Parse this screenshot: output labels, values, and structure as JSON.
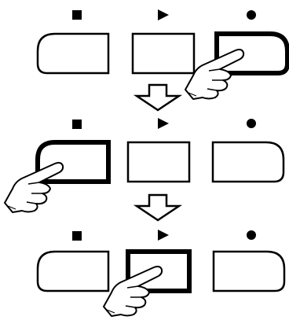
{
  "title": "",
  "glyphs": {
    "stop": "stop-square-icon",
    "play": "play-triangle-icon",
    "record": "record-dot-icon"
  },
  "steps": [
    {
      "pressed": "record"
    },
    {
      "pressed": "stop"
    },
    {
      "pressed": "play"
    }
  ],
  "colors": {
    "ink": "#000000",
    "background": "#ffffff"
  }
}
